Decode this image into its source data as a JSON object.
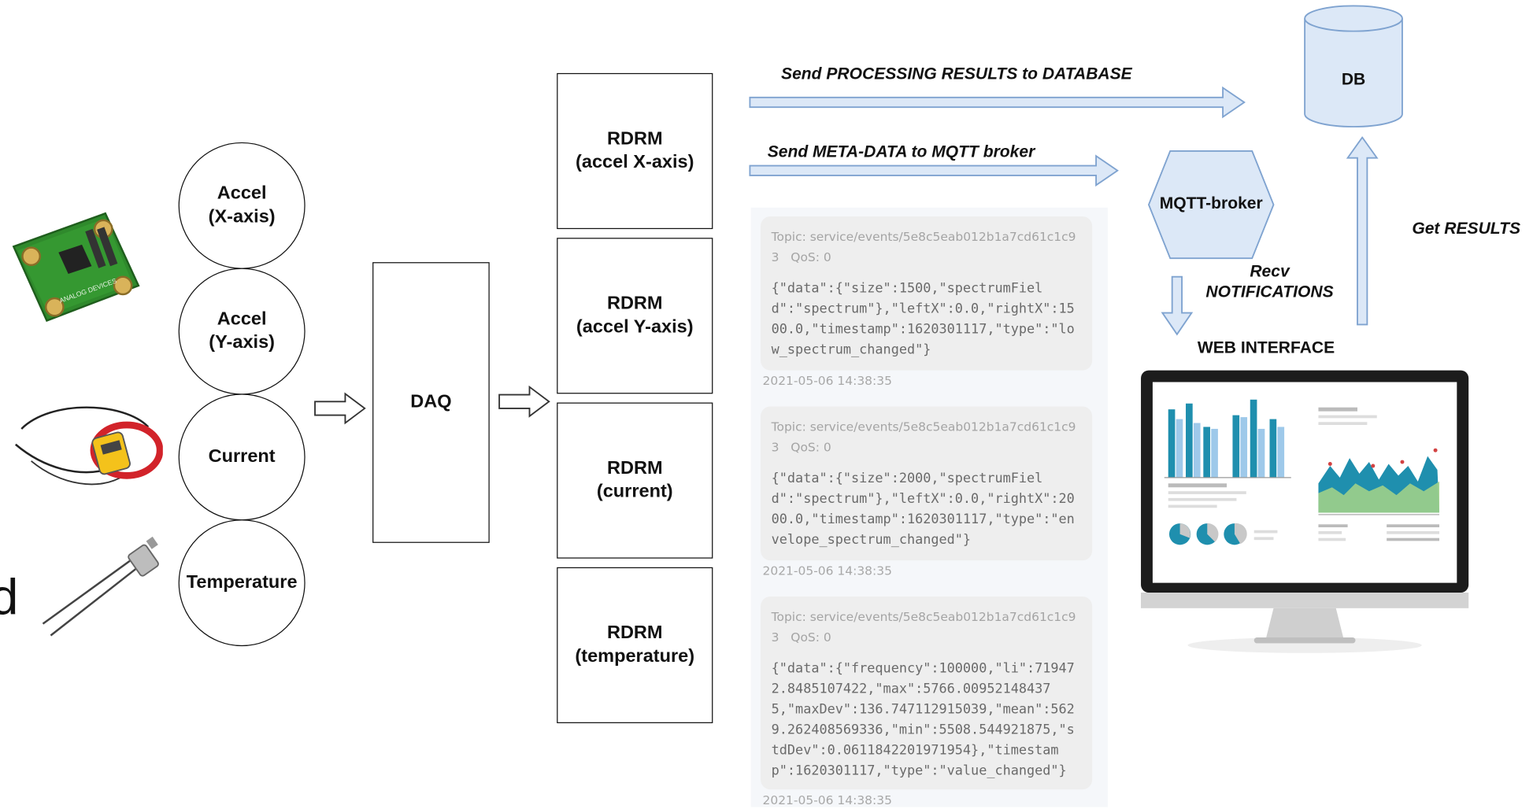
{
  "sensors": {
    "accel_x": "Accel\n(X-axis)",
    "accel_y": "Accel\n(Y-axis)",
    "current": "Current",
    "temperature": "Temperature"
  },
  "daq": "DAQ",
  "rdrm": [
    "RDRM\n(accel X-axis)",
    "RDRM\n(accel Y-axis)",
    "RDRM\n(current)",
    "RDRM\n(temperature)"
  ],
  "arrows": {
    "processing": "Send PROCESSING RESULTS to DATABASE",
    "metadata": "Send META-DATA to MQTT  broker",
    "recv": "Recv\nNOTIFICATIONS",
    "get_results": "Get RESULTS"
  },
  "db": "DB",
  "mqtt": "MQTT-broker",
  "web": "WEB INTERFACE",
  "board_text": "ANALOG DEVICES",
  "edge_char": "d",
  "messages": [
    {
      "topic": "Topic: service/events/5e8c5eab012b1a7cd61c1c93   QoS: 0",
      "payload": "{\"data\":{\"size\":1500,\"spectrumField\":\"spectrum\"},\"leftX\":0.0,\"rightX\":1500.0,\"timestamp\":1620301117,\"type\":\"low_spectrum_changed\"}",
      "time": "2021-05-06 14:38:35"
    },
    {
      "topic": "Topic: service/events/5e8c5eab012b1a7cd61c1c93   QoS: 0",
      "payload": "{\"data\":{\"size\":2000,\"spectrumField\":\"spectrum\"},\"leftX\":0.0,\"rightX\":2000.0,\"timestamp\":1620301117,\"type\":\"envelope_spectrum_changed\"}",
      "time": "2021-05-06 14:38:35"
    },
    {
      "topic": "Topic: service/events/5e8c5eab012b1a7cd61c1c93   QoS: 0",
      "payload": "{\"data\":{\"frequency\":100000,\"li\":719472.8485107422,\"max\":5766.009521484375,\"maxDev\":136.747112915039,\"mean\":5629.262408569336,\"min\":5508.544921875,\"stdDev\":0.0611842201971954},\"timestamp\":1620301117,\"type\":\"value_changed\"}",
      "time": "2021-05-06 14:38:35"
    }
  ]
}
